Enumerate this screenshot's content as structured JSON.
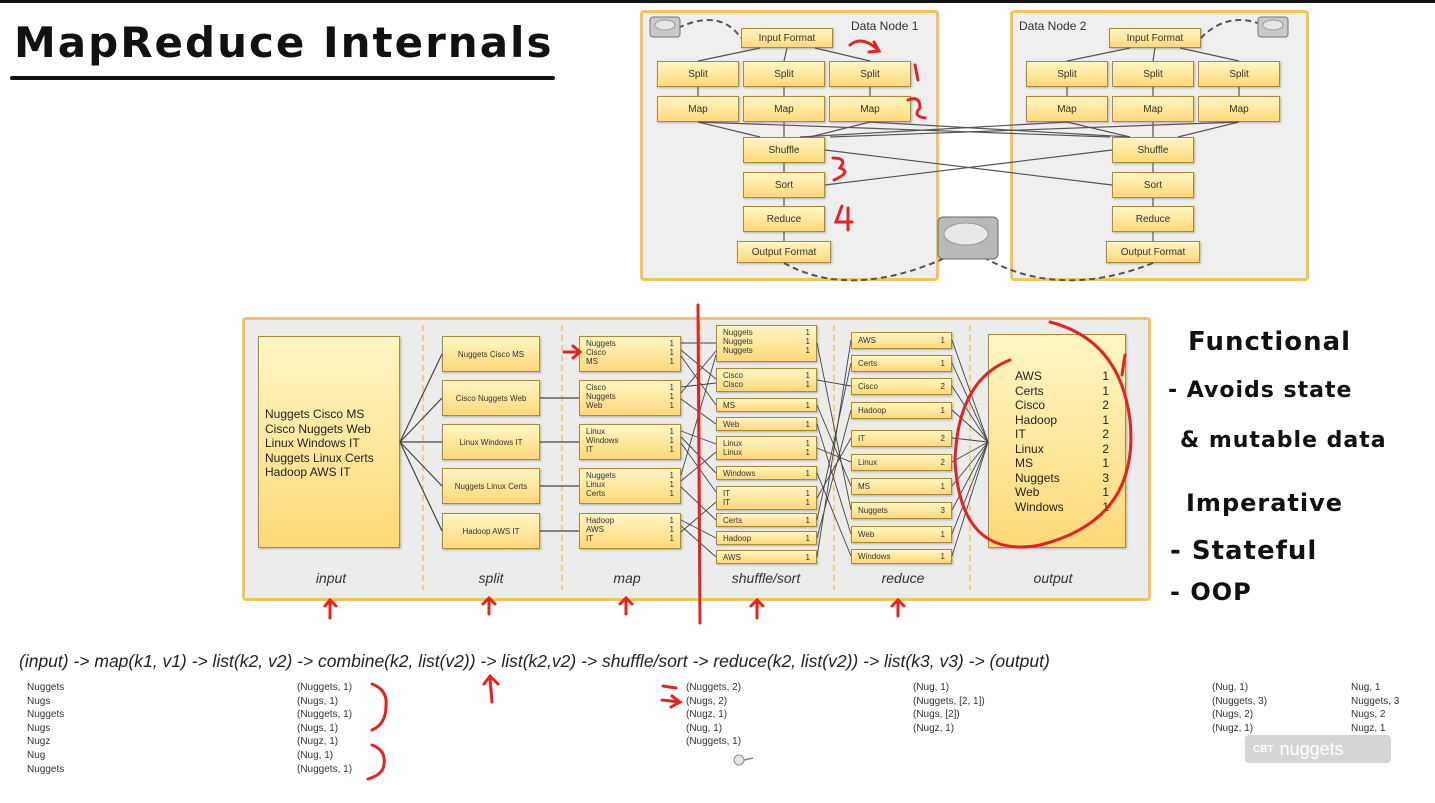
{
  "title": "MapReduce Internals",
  "data_nodes": [
    {
      "label": "Data Node 1",
      "input_format": "Input Format",
      "splits": [
        "Split",
        "Split",
        "Split"
      ],
      "maps": [
        "Map",
        "Map",
        "Map"
      ],
      "shuffle": "Shuffle",
      "sort": "Sort",
      "reduce": "Reduce",
      "output_format": "Output Format"
    },
    {
      "label": "Data Node 2",
      "input_format": "Input Format",
      "splits": [
        "Split",
        "Split",
        "Split"
      ],
      "maps": [
        "Map",
        "Map",
        "Map"
      ],
      "shuffle": "Shuffle",
      "sort": "Sort",
      "reduce": "Reduce",
      "output_format": "Output Format"
    }
  ],
  "step_annotations": [
    "1",
    "2",
    "3",
    "4"
  ],
  "flow": {
    "input_lines": [
      "Nuggets Cisco MS",
      "Cisco Nuggets Web",
      "Linux Windows IT",
      "Nuggets Linux Certs",
      "Hadoop AWS IT"
    ],
    "splits": [
      "Nuggets Cisco MS",
      "Cisco Nuggets Web",
      "Linux Windows IT",
      "Nuggets Linux Certs",
      "Hadoop AWS IT"
    ],
    "maps": [
      [
        [
          "Nuggets",
          "1"
        ],
        [
          "Cisco",
          "1"
        ],
        [
          "MS",
          "1"
        ]
      ],
      [
        [
          "Cisco",
          "1"
        ],
        [
          "Nuggets",
          "1"
        ],
        [
          "Web",
          "1"
        ]
      ],
      [
        [
          "Linux",
          "1"
        ],
        [
          "Windows",
          "1"
        ],
        [
          "IT",
          "1"
        ]
      ],
      [
        [
          "Nuggets",
          "1"
        ],
        [
          "Linux",
          "1"
        ],
        [
          "Certs",
          "1"
        ]
      ],
      [
        [
          "Hadoop",
          "1"
        ],
        [
          "AWS",
          "1"
        ],
        [
          "IT",
          "1"
        ]
      ]
    ],
    "shuffle": [
      [
        [
          "Nuggets",
          "1"
        ],
        [
          "Nuggets",
          "1"
        ],
        [
          "Nuggets",
          "1"
        ]
      ],
      [
        [
          "Cisco",
          "1"
        ],
        [
          "Cisco",
          "1"
        ]
      ],
      [
        [
          "MS",
          "1"
        ]
      ],
      [
        [
          "Web",
          "1"
        ]
      ],
      [
        [
          "Linux",
          "1"
        ],
        [
          "Linux",
          "1"
        ]
      ],
      [
        [
          "Windows",
          "1"
        ]
      ],
      [
        [
          "IT",
          "1"
        ],
        [
          "IT",
          "1"
        ]
      ],
      [
        [
          "Certs",
          "1"
        ]
      ],
      [
        [
          "Hadoop",
          "1"
        ]
      ],
      [
        [
          "AWS",
          "1"
        ]
      ]
    ],
    "reduce": [
      [
        "AWS",
        "1"
      ],
      [
        "Certs",
        "1"
      ],
      [
        "Cisco",
        "2"
      ],
      [
        "Hadoop",
        "1"
      ],
      [
        "IT",
        "2"
      ],
      [
        "Linux",
        "2"
      ],
      [
        "MS",
        "1"
      ],
      [
        "Nuggets",
        "3"
      ],
      [
        "Web",
        "1"
      ],
      [
        "Windows",
        "1"
      ]
    ],
    "output": [
      [
        "AWS",
        "1"
      ],
      [
        "Certs",
        "1"
      ],
      [
        "Cisco",
        "2"
      ],
      [
        "Hadoop",
        "1"
      ],
      [
        "IT",
        "2"
      ],
      [
        "Linux",
        "2"
      ],
      [
        "MS",
        "1"
      ],
      [
        "Nuggets",
        "3"
      ],
      [
        "Web",
        "1"
      ],
      [
        "Windows",
        "1"
      ]
    ],
    "column_labels": [
      "input",
      "split",
      "map",
      "shuffle/sort",
      "reduce",
      "output"
    ]
  },
  "notes": {
    "functional": "Functional",
    "functional_items": [
      "- Avoids state",
      "& mutable data"
    ],
    "imperative": "Imperative",
    "imperative_items": [
      "- Stateful",
      "- OOP"
    ]
  },
  "formula": "(input) -> map(k1, v1) -> list(k2, v2) -> combine(k2, list(v2)) -> list(k2,v2) -> shuffle/sort -> reduce(k2, list(v2)) -> list(k3, v3) -> (output)",
  "lists": {
    "words": "Nuggets\nNugs\nNuggets\nNugs\nNugz\nNug\nNuggets",
    "pairs": "(Nuggets, 1)\n(Nugs, 1)\n(Nuggets, 1)\n(Nugs, 1)\n(Nugz, 1)\n(Nug, 1)\n(Nuggets, 1)",
    "combined": "(Nuggets, 2)\n(Nugs, 2)\n(Nugz, 1)\n(Nug, 1)\n(Nuggets, 1)",
    "shuffled": "(Nug, 1)\n(Nuggets, [2, 1])\n(Nugs, [2])\n(Nugz, 1)",
    "reduced": "(Nug, 1)\n(Nuggets, 3)\n(Nugs, 2)\n(Nugz, 1)",
    "final": "Nug, 1\nNuggets, 3\nNugs, 2\nNugz, 1"
  },
  "watermark": {
    "brand": "CBT",
    "name": "nuggets"
  },
  "colors": {
    "box_fill": "#ffd97a",
    "frame": "#f2c55c",
    "annotation": "#e32222"
  }
}
